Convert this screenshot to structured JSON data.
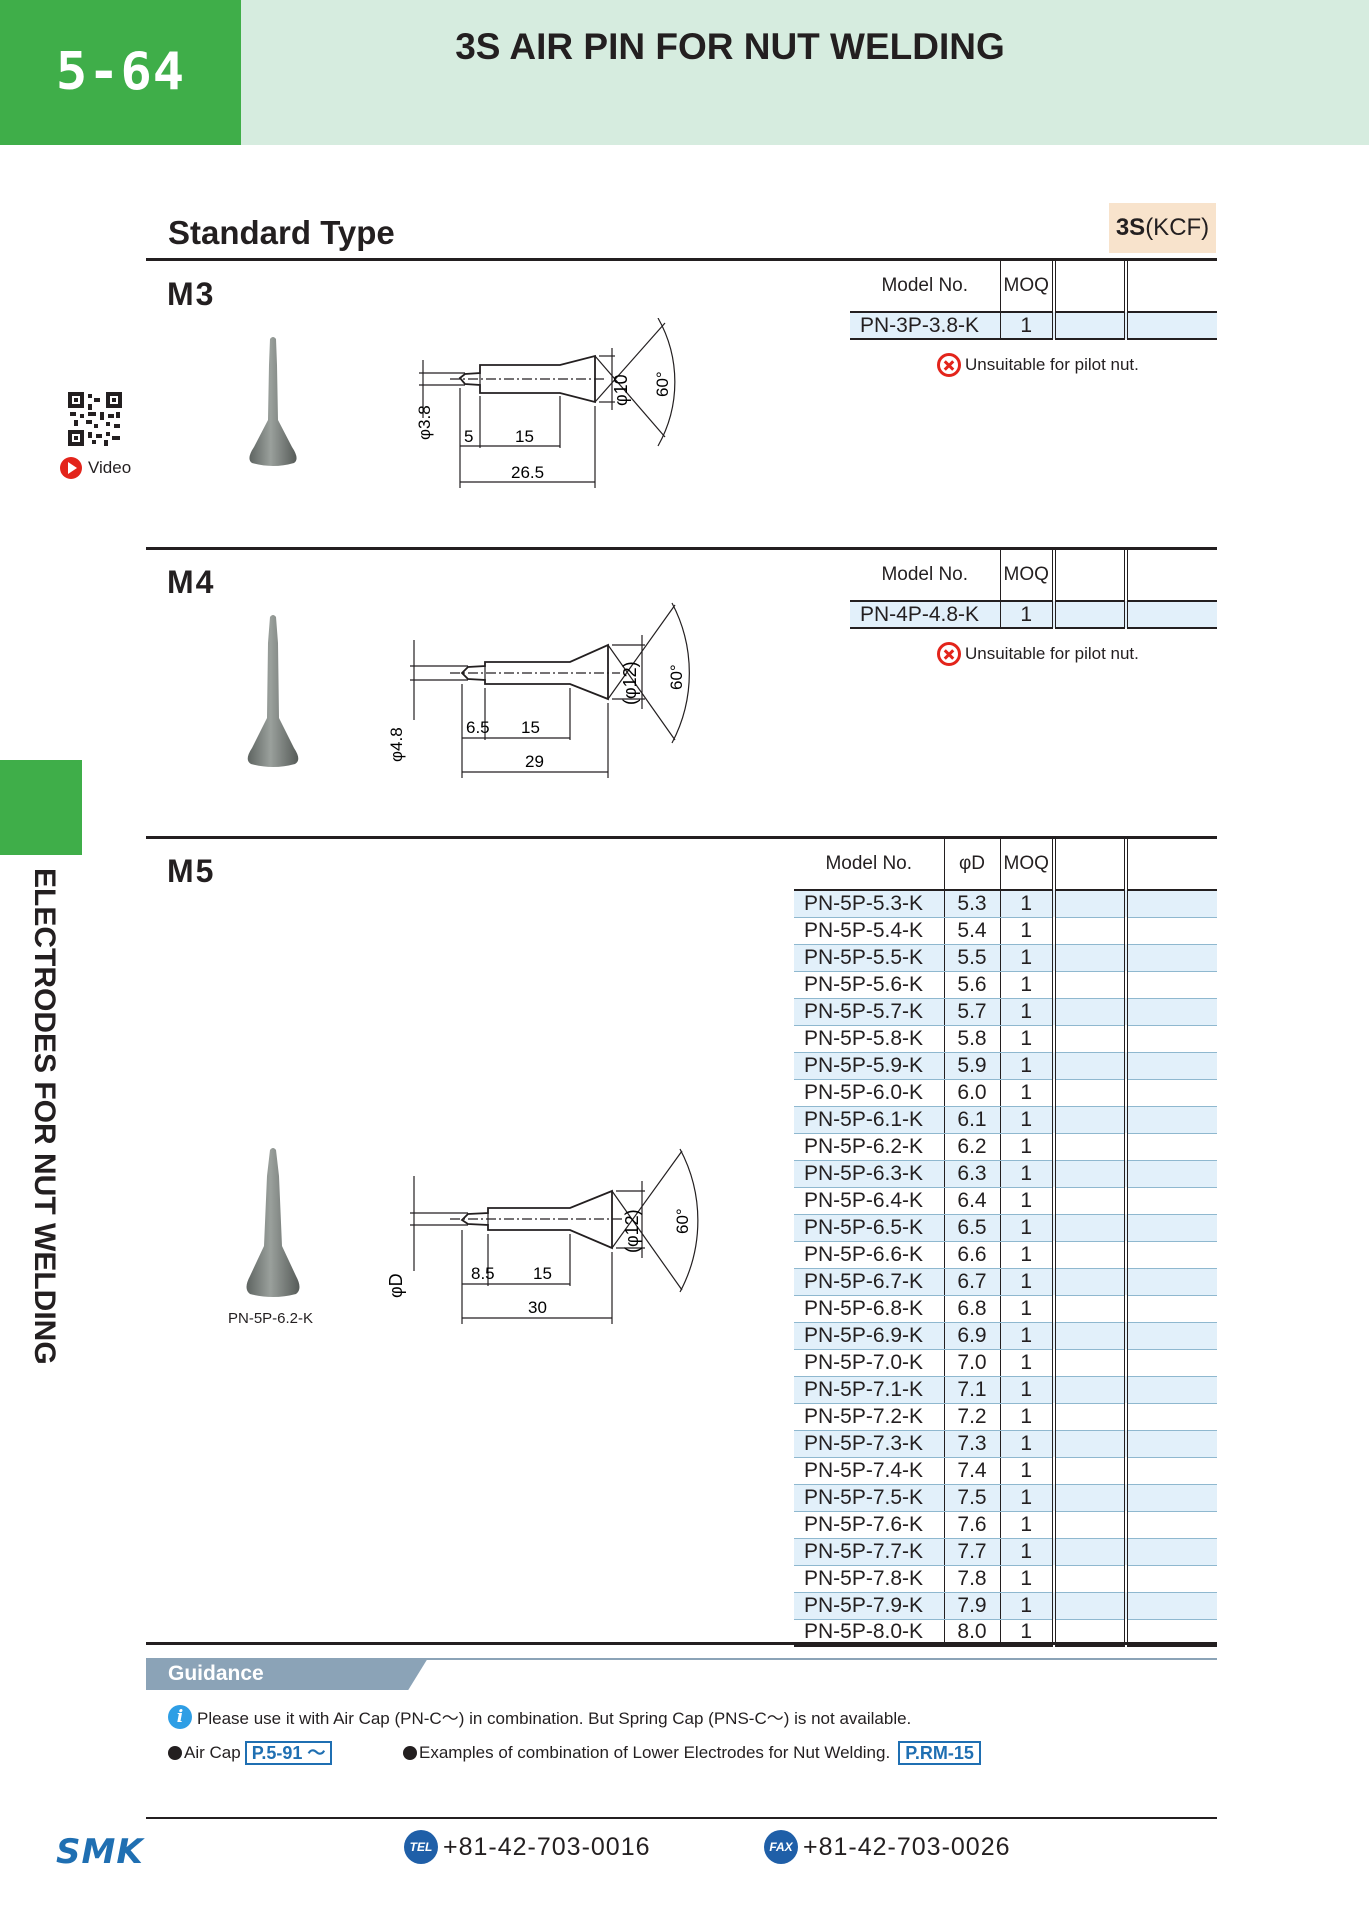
{
  "header": {
    "page_number": "5-64",
    "title": "3S AIR PIN FOR NUT WELDING"
  },
  "side": {
    "vertical_label": "ELECTRODES FOR NUT WELDING",
    "video_label": "Video"
  },
  "page_title": "Standard Type",
  "badge": {
    "main": "3S",
    "sub": "(KCF)"
  },
  "sections": [
    {
      "label": "M3",
      "table_headers": [
        "Model No.",
        "MOQ"
      ],
      "rows": [
        {
          "model": "PN-3P-3.8-K",
          "moq": "1"
        }
      ],
      "note": "Unsuitable for pilot nut.",
      "drawing": {
        "shaft_dia": "φ3.8",
        "head_dia": "φ10",
        "angle": "60°",
        "tip_len": "5",
        "mid_len": "15",
        "total_len": "26.5"
      }
    },
    {
      "label": "M4",
      "table_headers": [
        "Model No.",
        "MOQ"
      ],
      "rows": [
        {
          "model": "PN-4P-4.8-K",
          "moq": "1"
        }
      ],
      "note": "Unsuitable for pilot nut.",
      "drawing": {
        "shaft_dia": "φ4.8",
        "head_dia": "(φ12)",
        "angle": "60°",
        "tip_len": "6.5",
        "mid_len": "15",
        "total_len": "29"
      }
    },
    {
      "label": "M5",
      "table_headers": [
        "Model No.",
        "φD",
        "MOQ"
      ],
      "rows": [
        {
          "model": "PN-5P-5.3-K",
          "d": "5.3",
          "moq": "1"
        },
        {
          "model": "PN-5P-5.4-K",
          "d": "5.4",
          "moq": "1"
        },
        {
          "model": "PN-5P-5.5-K",
          "d": "5.5",
          "moq": "1"
        },
        {
          "model": "PN-5P-5.6-K",
          "d": "5.6",
          "moq": "1"
        },
        {
          "model": "PN-5P-5.7-K",
          "d": "5.7",
          "moq": "1"
        },
        {
          "model": "PN-5P-5.8-K",
          "d": "5.8",
          "moq": "1"
        },
        {
          "model": "PN-5P-5.9-K",
          "d": "5.9",
          "moq": "1"
        },
        {
          "model": "PN-5P-6.0-K",
          "d": "6.0",
          "moq": "1"
        },
        {
          "model": "PN-5P-6.1-K",
          "d": "6.1",
          "moq": "1"
        },
        {
          "model": "PN-5P-6.2-K",
          "d": "6.2",
          "moq": "1"
        },
        {
          "model": "PN-5P-6.3-K",
          "d": "6.3",
          "moq": "1"
        },
        {
          "model": "PN-5P-6.4-K",
          "d": "6.4",
          "moq": "1"
        },
        {
          "model": "PN-5P-6.5-K",
          "d": "6.5",
          "moq": "1"
        },
        {
          "model": "PN-5P-6.6-K",
          "d": "6.6",
          "moq": "1"
        },
        {
          "model": "PN-5P-6.7-K",
          "d": "6.7",
          "moq": "1"
        },
        {
          "model": "PN-5P-6.8-K",
          "d": "6.8",
          "moq": "1"
        },
        {
          "model": "PN-5P-6.9-K",
          "d": "6.9",
          "moq": "1"
        },
        {
          "model": "PN-5P-7.0-K",
          "d": "7.0",
          "moq": "1"
        },
        {
          "model": "PN-5P-7.1-K",
          "d": "7.1",
          "moq": "1"
        },
        {
          "model": "PN-5P-7.2-K",
          "d": "7.2",
          "moq": "1"
        },
        {
          "model": "PN-5P-7.3-K",
          "d": "7.3",
          "moq": "1"
        },
        {
          "model": "PN-5P-7.4-K",
          "d": "7.4",
          "moq": "1"
        },
        {
          "model": "PN-5P-7.5-K",
          "d": "7.5",
          "moq": "1"
        },
        {
          "model": "PN-5P-7.6-K",
          "d": "7.6",
          "moq": "1"
        },
        {
          "model": "PN-5P-7.7-K",
          "d": "7.7",
          "moq": "1"
        },
        {
          "model": "PN-5P-7.8-K",
          "d": "7.8",
          "moq": "1"
        },
        {
          "model": "PN-5P-7.9-K",
          "d": "7.9",
          "moq": "1"
        },
        {
          "model": "PN-5P-8.0-K",
          "d": "8.0",
          "moq": "1"
        }
      ],
      "photo_caption": "PN-5P-6.2-K",
      "drawing": {
        "shaft_dia": "φD",
        "head_dia": "(φ12)",
        "angle": "60°",
        "tip_len": "8.5",
        "mid_len": "15",
        "total_len": "30"
      }
    }
  ],
  "guidance": {
    "title": "Guidance",
    "info_text": "Please use it with Air Cap (PN-C～) in combination. But Spring Cap (PNS-C～) is not available.",
    "ref1_label": "Air Cap",
    "ref1_page": "P.5-91 ～",
    "ref2_label": "Examples of combination of Lower Electrodes for Nut Welding.",
    "ref2_page": "P.RM-15"
  },
  "footer": {
    "logo": "SMK",
    "tel_icon": "TEL",
    "tel": "+81-42-703-0016",
    "fax_icon": "FAX",
    "fax": "+81-42-703-0026"
  },
  "colors": {
    "green": "#3fae49",
    "header_bg": "#d6ecdf",
    "row_blue": "#e2f0fa",
    "brand_blue": "#1f6fb2",
    "red": "#e3241b"
  }
}
